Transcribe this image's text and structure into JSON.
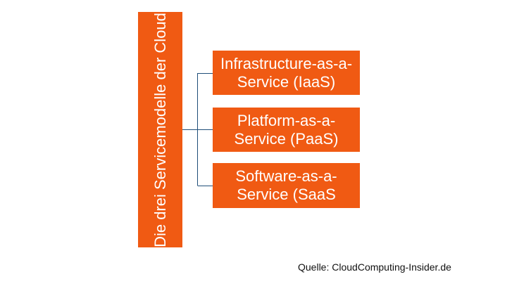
{
  "diagram": {
    "root": {
      "label": "Die drei Servicemodelle der Cloud"
    },
    "children": [
      {
        "label": "Infrastructure-as-a-Service (IaaS)"
      },
      {
        "label": "Platform-as-a-Service (PaaS)"
      },
      {
        "label": "Software-as-a-Service (SaaS"
      }
    ],
    "source_note": "Quelle: CloudComputing-Insider.de"
  },
  "colors": {
    "box_fill": "#f05a13",
    "box_text": "#ffffff",
    "connector": "#1f4e79"
  }
}
